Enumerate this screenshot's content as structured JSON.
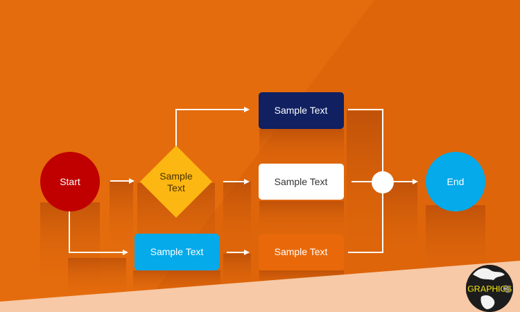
{
  "flowchart": {
    "start": {
      "label": "Start",
      "color": "#c00000"
    },
    "decision": {
      "line1": "Sample",
      "line2": "Text",
      "color": "#fcb712"
    },
    "top_box": {
      "label": "Sample Text",
      "color": "#102060"
    },
    "middle_box": {
      "label": "Sample Text",
      "color": "#ffffff"
    },
    "left_bottom_box": {
      "label": "Sample Text",
      "color": "#04aaea"
    },
    "right_bottom_box": {
      "label": "Sample Text",
      "color": "#e9690a"
    },
    "end": {
      "label": "End",
      "color": "#04aaea"
    }
  },
  "theme": {
    "background": "#e56c0c",
    "lower_band": "#f7c9a6"
  },
  "logo": {
    "text": "GRAPHICS",
    "icon": "globe-icon"
  }
}
